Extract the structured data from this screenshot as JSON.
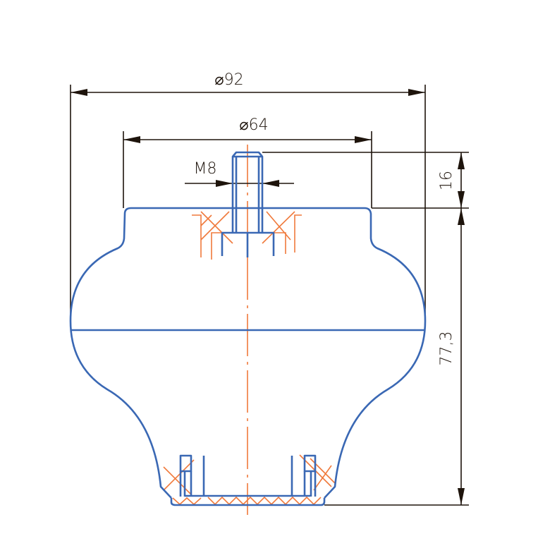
{
  "drawing": {
    "dimensions": {
      "outer_diameter": "⌀92",
      "plate_diameter": "⌀64",
      "thread": "M8",
      "stud_height": "16",
      "body_height": "77,3"
    },
    "colors": {
      "outline": "#3a68b4",
      "hatch": "#f07a3c",
      "dimension": "#1e140c"
    }
  }
}
